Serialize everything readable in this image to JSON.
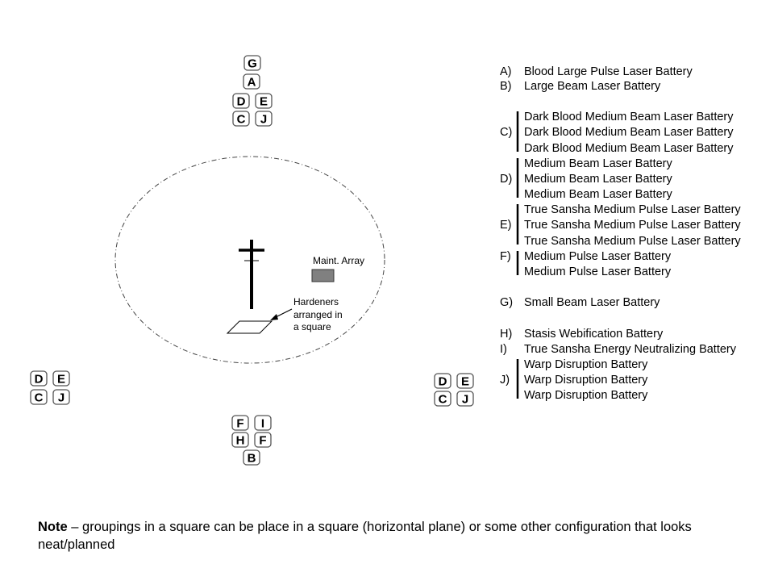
{
  "legend": [
    {
      "key": "A)",
      "items": [
        "Blood Large Pulse Laser Battery"
      ]
    },
    {
      "key": "B)",
      "items": [
        "Large Beam Laser Battery"
      ]
    },
    {
      "key": "C)",
      "items": [
        "Dark Blood Medium Beam Laser Battery",
        "Dark Blood Medium Beam Laser Battery",
        "Dark Blood Medium Beam Laser Battery"
      ]
    },
    {
      "key": "D)",
      "items": [
        "Medium Beam Laser Battery",
        "Medium Beam Laser Battery",
        "Medium Beam Laser Battery"
      ]
    },
    {
      "key": "E)",
      "items": [
        "True Sansha Medium Pulse Laser Battery",
        "True Sansha Medium Pulse Laser Battery",
        "True Sansha Medium Pulse Laser Battery"
      ]
    },
    {
      "key": "F)",
      "items": [
        "Medium Pulse Laser Battery",
        "Medium Pulse Laser Battery"
      ]
    },
    {
      "key": "G)",
      "items": [
        "Small Beam Laser Battery"
      ]
    },
    {
      "key": "H)",
      "items": [
        "Stasis Webification Battery"
      ]
    },
    {
      "key": "I)",
      "items": [
        "True Sansha Energy Neutralizing Battery"
      ]
    },
    {
      "key": "J)",
      "items": [
        "Warp Disruption Battery",
        "Warp Disruption Battery",
        "Warp Disruption Battery"
      ]
    }
  ],
  "groups": {
    "north": [
      "G",
      "A",
      "D",
      "E",
      "C",
      "J"
    ],
    "west": [
      "D",
      "E",
      "C",
      "J"
    ],
    "east": [
      "D",
      "E",
      "C",
      "J"
    ],
    "south": [
      "F",
      "I",
      "H",
      "F",
      "B"
    ]
  },
  "labels": {
    "maint_array": "Maint. Array",
    "hardeners": [
      "Hardeners",
      "arranged in",
      "a square"
    ]
  },
  "note": {
    "bold": "Note",
    "text": " – groupings in a square can be place in a square (horizontal plane) or some other configuration that looks neat/planned"
  },
  "colors": {
    "maint_array": "#808080"
  }
}
